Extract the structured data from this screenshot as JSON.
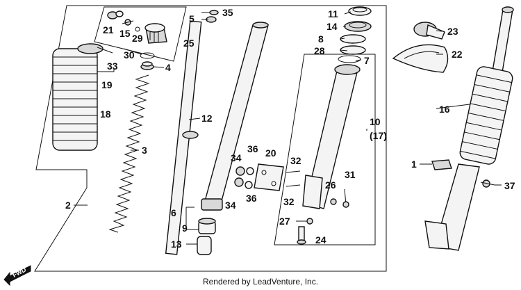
{
  "diagram": {
    "callouts": {
      "c1": "1",
      "c2": "2",
      "c3": "3",
      "c4": "4",
      "c5": "5",
      "c6": "6",
      "c7": "7",
      "c8": "8",
      "c9": "9",
      "c10": "10",
      "c10b": "(17)",
      "c11": "11",
      "c12": "12",
      "c13": "13",
      "c14": "14",
      "c15": "15",
      "c16": "16",
      "c18": "18",
      "c19": "19",
      "c20": "20",
      "c21": "21",
      "c22": "22",
      "c23": "23",
      "c24": "24",
      "c25": "25",
      "c26": "26",
      "c27": "27",
      "c28": "28",
      "c29": "29",
      "c30": "30",
      "c31": "31",
      "c32a": "32",
      "c32b": "32",
      "c33": "33",
      "c34a": "34",
      "c34b": "34",
      "c35": "35",
      "c36a": "36",
      "c36b": "36",
      "c37": "37"
    },
    "direction_label": "FWD",
    "credit": "Rendered by LeadVenture, Inc."
  }
}
